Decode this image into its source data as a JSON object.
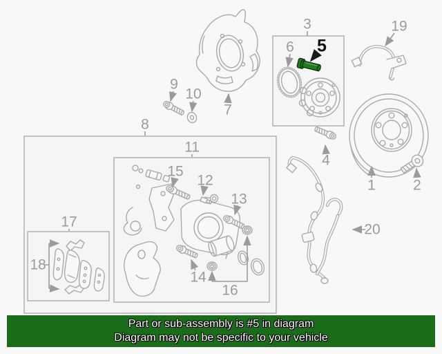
{
  "diagram": {
    "highlighted_callout": "5",
    "highlight_color": "#217a21",
    "line_color": "#a9a9a9",
    "label_color": "#9b9b9b",
    "callouts": {
      "c1": {
        "label": "1"
      },
      "c2": {
        "label": "2"
      },
      "c3": {
        "label": "3"
      },
      "c4": {
        "label": "4"
      },
      "c5": {
        "label": "5"
      },
      "c6": {
        "label": "6"
      },
      "c7": {
        "label": "7"
      },
      "c8": {
        "label": "8"
      },
      "c9": {
        "label": "9"
      },
      "c10": {
        "label": "10"
      },
      "c11": {
        "label": "11"
      },
      "c12": {
        "label": "12"
      },
      "c13": {
        "label": "13"
      },
      "c14": {
        "label": "14"
      },
      "c15": {
        "label": "15"
      },
      "c16": {
        "label": "16"
      },
      "c17": {
        "label": "17"
      },
      "c18": {
        "label": "18"
      },
      "c19": {
        "label": "19"
      },
      "c20": {
        "label": "20"
      }
    }
  },
  "banner": {
    "line1": "Part or sub-assembly is #5 in diagram",
    "line2": "Diagram may not be specific to your vehicle",
    "background_color": "#1a6b1a",
    "text_color": "#ffffff"
  }
}
